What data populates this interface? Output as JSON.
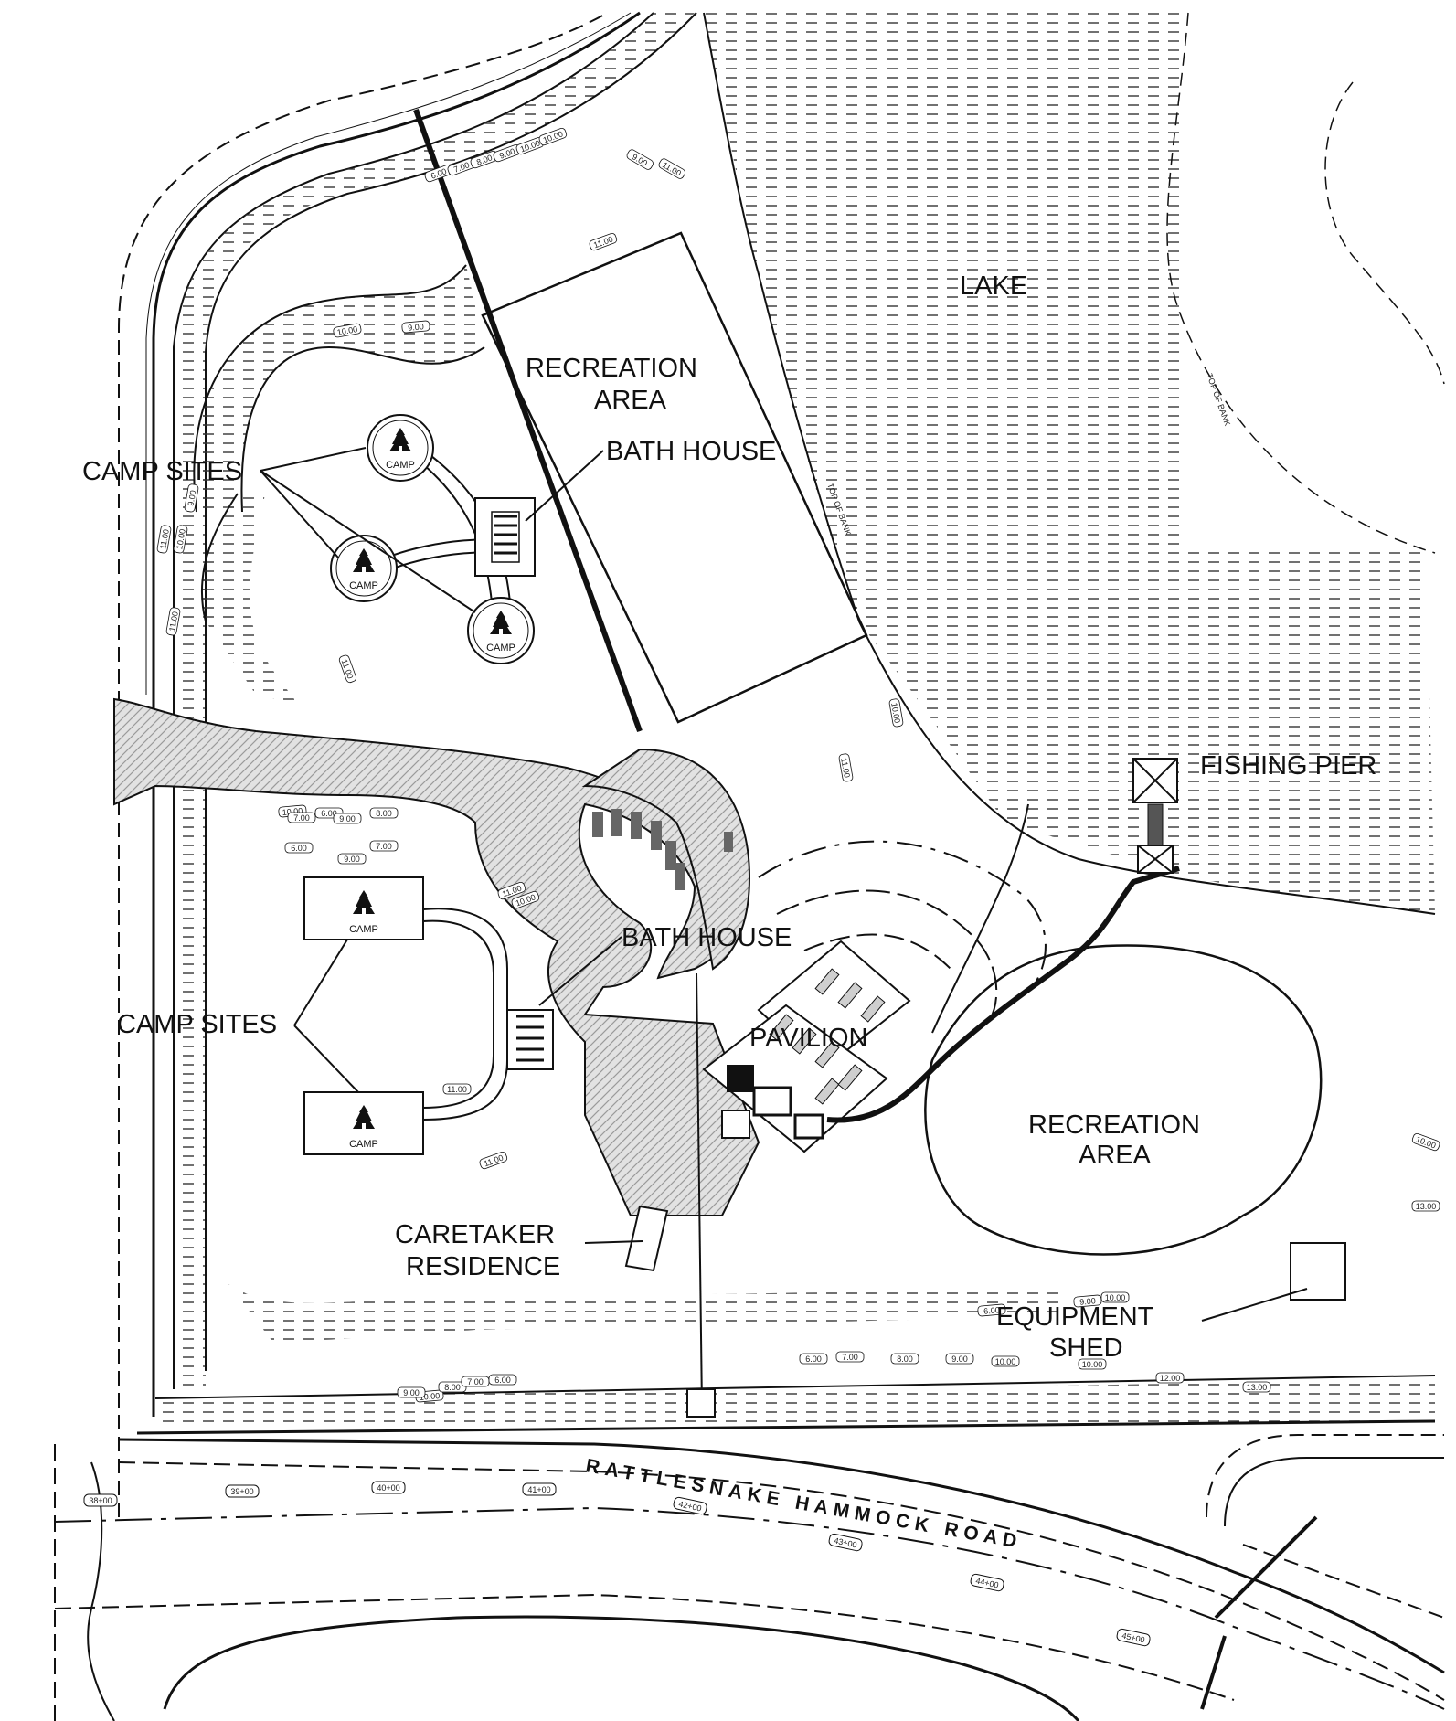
{
  "map": {
    "labels": {
      "lake": "LAKE",
      "recreation_area_north_1": "RECREATION",
      "recreation_area_north_2": "AREA",
      "bath_house_north": "BATH HOUSE",
      "camp_sites_north": "CAMP SITES",
      "fishing_pier": "FISHING PIER",
      "bath_house_south": "BATH HOUSE",
      "pavilion": "PAVILION",
      "camp_sites_south": "CAMP SITES",
      "recreation_area_east_1": "RECREATION",
      "recreation_area_east_2": "AREA",
      "caretaker_1": "CARETAKER",
      "caretaker_2": "RESIDENCE",
      "equipment_shed_1": "EQUIPMENT",
      "equipment_shed_2": "SHED",
      "road_name": "RATTLESNAKE HAMMOCK ROAD",
      "top_of_bank_1": "TOP OF BANK",
      "top_of_bank_2": "TOP OF BANK"
    },
    "camp_icon_text": "CAMP",
    "stations": [
      "38+00",
      "39+00",
      "40+00",
      "41+00",
      "42+00",
      "43+00",
      "44+00",
      "45+00"
    ],
    "contours": [
      "6.00",
      "7.00",
      "8.00",
      "9.00",
      "10.00",
      "11.00",
      "12.00",
      "13.00"
    ]
  }
}
